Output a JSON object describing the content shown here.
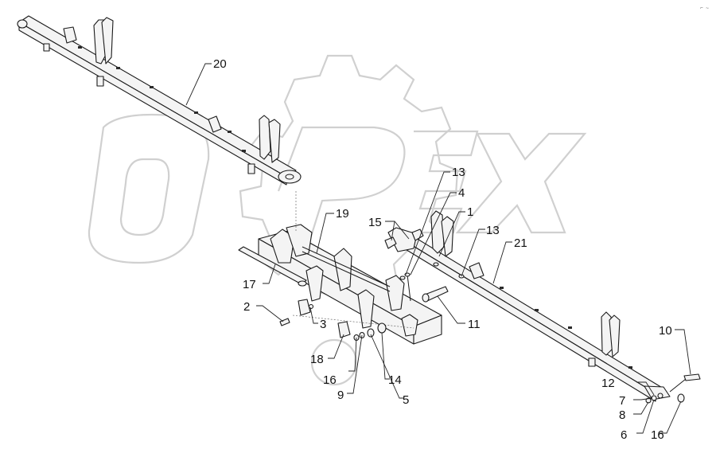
{
  "corner_mark": "⌐ ~",
  "watermark": {
    "text": "OPEX"
  },
  "callouts": [
    {
      "id": "c20",
      "label": "20"
    },
    {
      "id": "c13a",
      "label": "13"
    },
    {
      "id": "c4",
      "label": "4"
    },
    {
      "id": "c1",
      "label": "1"
    },
    {
      "id": "c15",
      "label": "15"
    },
    {
      "id": "c19",
      "label": "19"
    },
    {
      "id": "c13b",
      "label": "13"
    },
    {
      "id": "c21",
      "label": "21"
    },
    {
      "id": "c17",
      "label": "17"
    },
    {
      "id": "c2",
      "label": "2"
    },
    {
      "id": "c3",
      "label": "3"
    },
    {
      "id": "c11",
      "label": "11"
    },
    {
      "id": "c10",
      "label": "10"
    },
    {
      "id": "c18",
      "label": "18"
    },
    {
      "id": "c16a",
      "label": "16"
    },
    {
      "id": "c9",
      "label": "9"
    },
    {
      "id": "c14",
      "label": "14"
    },
    {
      "id": "c5",
      "label": "5"
    },
    {
      "id": "c12",
      "label": "12"
    },
    {
      "id": "c7",
      "label": "7"
    },
    {
      "id": "c8",
      "label": "8"
    },
    {
      "id": "c6",
      "label": "6"
    },
    {
      "id": "c16b",
      "label": "16"
    }
  ]
}
